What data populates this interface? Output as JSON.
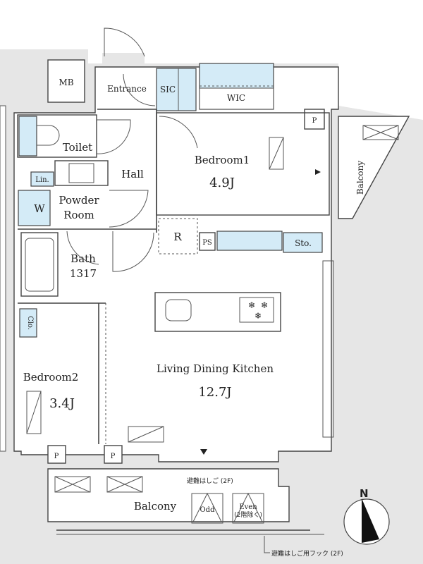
{
  "rooms": {
    "mb": "MB",
    "entrance": "Entrance",
    "sic": "SIC",
    "wic": "WIC",
    "p_top": "P",
    "toilet": "Toilet",
    "hall": "Hall",
    "bedroom1": "Bedroom1",
    "bedroom1_size": "4.9J",
    "balcony_right": "Balcony",
    "linen": "Lin.",
    "washer": "W",
    "powder_line1": "Powder",
    "powder_line2": "Room",
    "refrigerator": "R",
    "pipe_space": "PS",
    "storage": "Sto.",
    "bath": "Bath",
    "bath_size": "1317",
    "closet": "Clo.",
    "bedroom2": "Bedroom2",
    "bedroom2_size": "3.4J",
    "ldk": "Living Dining Kitchen",
    "ldk_size": "12.7J",
    "p_left": "P",
    "p_mid": "P",
    "balcony_bottom": "Balcony",
    "odd": "Odd",
    "even": "Even",
    "even_note": "(2階除く)"
  },
  "annotations": {
    "ladder": "避難はしご (2F)",
    "ladder_hook": "避難はしご用フック (2F)",
    "north": "N"
  },
  "colors": {
    "storage_fill": "#d4ebf7",
    "outside_fill": "#e6e6e6"
  }
}
